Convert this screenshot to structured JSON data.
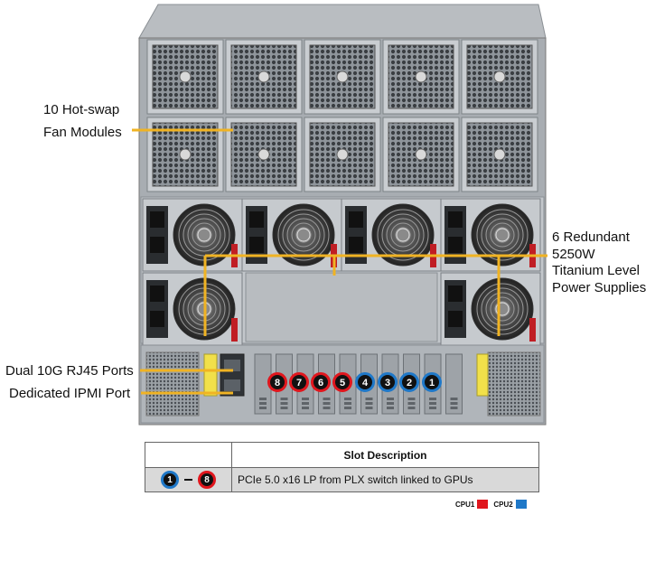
{
  "callouts": {
    "fans": [
      "10 Hot-swap",
      "Fan Modules"
    ],
    "psu": [
      "6 Redundant",
      "5250W",
      "Titanium Level",
      "Power Supplies"
    ],
    "rj45": "Dual 10G RJ45 Ports",
    "ipmi": "Dedicated IPMI Port"
  },
  "slots": {
    "labels": [
      "8",
      "7",
      "6",
      "5",
      "4",
      "3",
      "2",
      "1"
    ],
    "cpu_group": [
      "cpu1",
      "cpu1",
      "cpu1",
      "cpu1",
      "cpu2",
      "cpu2",
      "cpu2",
      "cpu2"
    ]
  },
  "table": {
    "header": "Slot Description",
    "range_start": "1",
    "range_end": "8",
    "description": "PCIe 5.0 x16 LP from PLX switch linked to GPUs"
  },
  "legend": {
    "cpu1_label": "CPU1",
    "cpu2_label": "CPU2"
  },
  "colors": {
    "cpu1": "#e0161d",
    "cpu2": "#1f78c8",
    "callout_line": "#f0b323"
  }
}
